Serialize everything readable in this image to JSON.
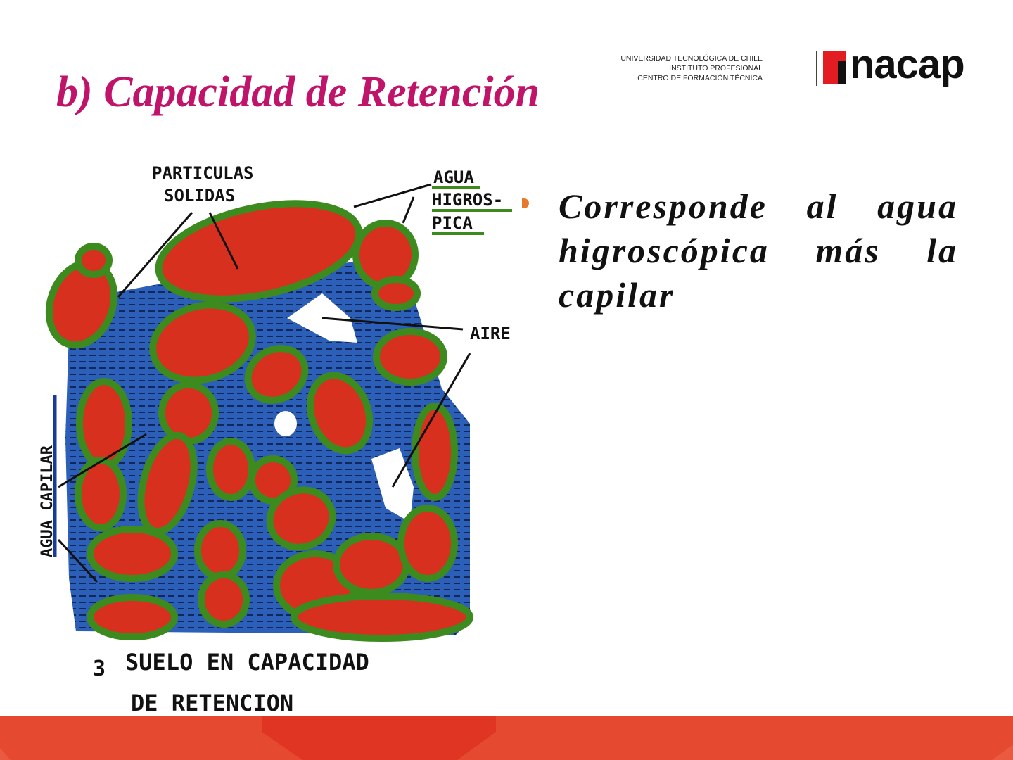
{
  "slide": {
    "title": "b) Capacidad de Retención",
    "title_color": "#c0136a"
  },
  "logo": {
    "line1": "UNIVERSIDAD TECNOLÓGICA DE CHILE",
    "line2": "INSTITUTO PROFESIONAL",
    "line3": "CENTRO DE FORMACIÓN TÉCNICA",
    "wordmark": "nacap",
    "brand_color": "#e21c21"
  },
  "bullet": {
    "text": "Corresponde al agua higroscópica más la capilar",
    "bullet_color": "#e8792a"
  },
  "diagram": {
    "labels": {
      "particulas_1": "PARTICULAS",
      "particulas_2": "SOLIDAS",
      "agua_higro_1": "AGUA",
      "agua_higro_2": "HIGROS-",
      "agua_higro_3": "PICA",
      "aire": "AIRE",
      "agua_capilar": "AGUA CAPILAR",
      "caption_number": "3",
      "caption_1": "SUELO EN CAPACIDAD",
      "caption_2": "DE RETENCION"
    },
    "colors": {
      "water": "#2b5fb8",
      "particle": "#d8301e",
      "film": "#3d8a1e",
      "air": "#ffffff"
    }
  },
  "footer": {
    "color": "#e54a30",
    "accent": "#e03522"
  }
}
